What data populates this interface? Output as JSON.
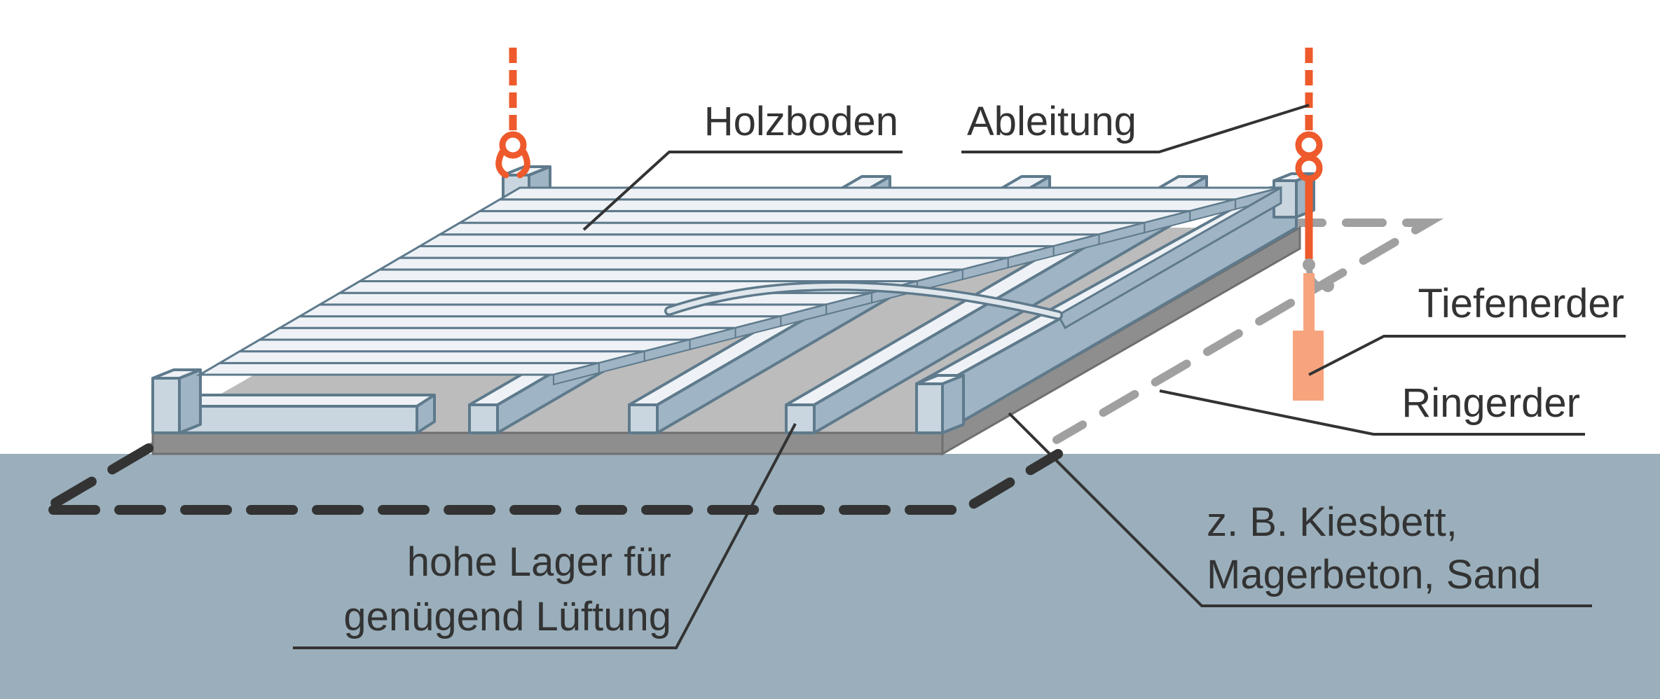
{
  "labels": {
    "holzboden": "Holzboden",
    "ableitung": "Ableitung",
    "tiefenerder": "Tiefenerder",
    "ringerder": "Ringerder",
    "kiesbett_line1": "z. B. Kiesbett,",
    "kiesbett_line2": "Magerbeton, Sand",
    "lager_line1": "hohe Lager für",
    "lager_line2": "genügend Lüftung"
  },
  "colors": {
    "ground": "#9aafbb",
    "wood_top": "#eef2f6",
    "wood_side": "#9fb4c4",
    "wood_stroke": "#5e7a8c",
    "bed": "#bcbcbc",
    "base": "#8e8e8e",
    "conductor": "#ee5a2c",
    "rod": "#f7a47e",
    "dashed_near": "#333333",
    "dashed_far": "#a0a0a0",
    "leader": "#333333"
  }
}
